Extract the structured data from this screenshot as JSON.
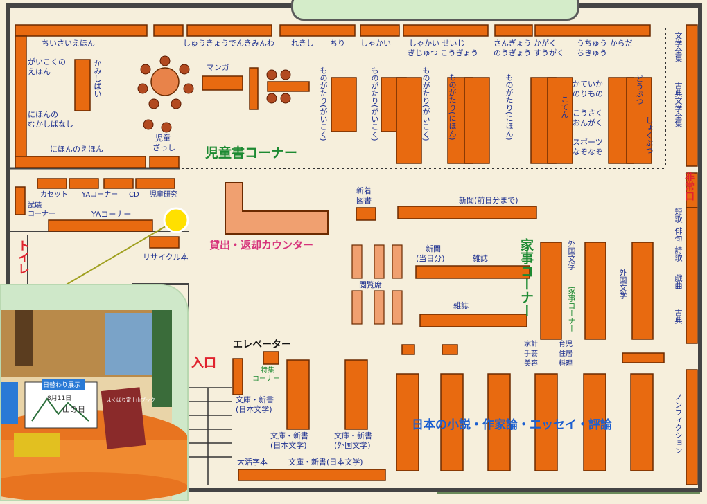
{
  "map": {
    "sections": {
      "kids_area": "児童書コーナー",
      "counter": "貸出・返却カウンター",
      "home": "家事コーナー",
      "novels": "日本の小説・作家論・エッセイ・評論"
    },
    "entrances": {
      "entrance": "入口",
      "toilet": "トイレ",
      "emergency_exit": "非常口",
      "elevator": "エレベーター"
    },
    "kids_labels": {
      "chiisai_ehon": "ちいさいえほん",
      "shukyo": "しゅうきょうでんきみんわ",
      "rekishi": "れきし",
      "chiri": "ちり",
      "shakai": "しゃかい",
      "shakai_seiji": "しゃかい せいじ",
      "gijutsu": "ぎじゅつ こうぎょう",
      "sangyo": "さんぎょう かがく",
      "nougyo": "のうぎょう すうがく",
      "uchuu": "うちゅう からだ",
      "chikyuu": "ちきゅう",
      "gaikoku_ehon_1": "がいこくの",
      "gaikoku_ehon_2": "えほん",
      "kamishibai": "かみしばい",
      "nihon_mukashi_1": "にほんの",
      "nihon_mukashi_2": "むかしばなし",
      "nihon_ehon": "にほんのえほん",
      "manga": "マンガ",
      "jidou_zasshi_1": "児童",
      "jidou_zasshi_2": "ざっし",
      "mono_gaikoku_1": "ものがたり(がいこく)",
      "mono_gaikoku_2": "ものがたり(がいこく)",
      "mono_gaikoku_3": "ものがたり(がいこく)",
      "mono_nihon_1": "ものがたり(にほん)",
      "mono_nihon_2": "ものがたり(にほん)",
      "koten": "こてん",
      "katei_1": "かていか",
      "katei_2": "のりもの",
      "kousaku_1": "こうさく",
      "kousaku_2": "おんがく",
      "sports_1": "スポーツ",
      "sports_2": "なぞなぞ",
      "doubutsu": "どうぶつ",
      "shokubutsu": "しょくぶつ"
    },
    "right_wall": {
      "bungaku_zenshu": "文学全集",
      "koten_zenshu": "古典文学全集",
      "tanka": "短歌",
      "haiku": "俳句",
      "shi": "詩歌",
      "gikyoku": "戯曲",
      "koten": "古典",
      "nonfiction": "ノンフィクション"
    },
    "general_labels": {
      "cassette": "カセット",
      "ya_corner_small": "YAコーナー",
      "cd": "CD",
      "jidou_kenkyu": "児童研究",
      "shiyaku_1": "試聴",
      "shiyaku_2": "コーナー",
      "ya_corner": "YAコーナー",
      "recycle": "リサイクル本",
      "shinchaku_1": "新着",
      "shinchaku_2": "図書",
      "newspaper_prev": "新聞(前日分まで)",
      "newspaper_today_1": "新聞",
      "newspaper_today_2": "(当日分)",
      "magazine_1": "雑誌",
      "magazine_2": "雑誌",
      "reading_seats": "閲覧席",
      "foreign_lit_1": "外国文学",
      "foreign_lit_2": "外国文学",
      "home_corner_small": "家事コーナー",
      "kakei": "家計",
      "shugei": "手芸",
      "biyou": "美容",
      "ikuji": "育児",
      "jukyo": "住居",
      "ryouri": "料理",
      "tokushu_1": "特集",
      "tokushu_2": "コーナー",
      "bunko_jp_1": "文庫・新書",
      "bunko_jp_2": "(日本文学)",
      "bunko_jp_3": "文庫・新書",
      "bunko_jp_4": "(日本文学)",
      "bunko_foreign_1": "文庫・新書",
      "bunko_foreign_2": "(外国文学)",
      "taikatsuji": "大活字本",
      "bunko_bottom": "文庫・新書(日本文学)"
    },
    "photo": {
      "display_title": "日替わり展示",
      "date": "8月11日",
      "holiday": "山の日",
      "book_title": "よくばり富士山ブック"
    },
    "colors": {
      "shelf": "#e86a10",
      "shelf_border": "#6b2a00",
      "floor": "#f6efdc",
      "label": "#1c2f8f",
      "green_label": "#1d8a32",
      "pink_label": "#d6337b",
      "red_label": "#e0232e",
      "counter": "#f0a070",
      "marker": "#ffe000"
    }
  }
}
